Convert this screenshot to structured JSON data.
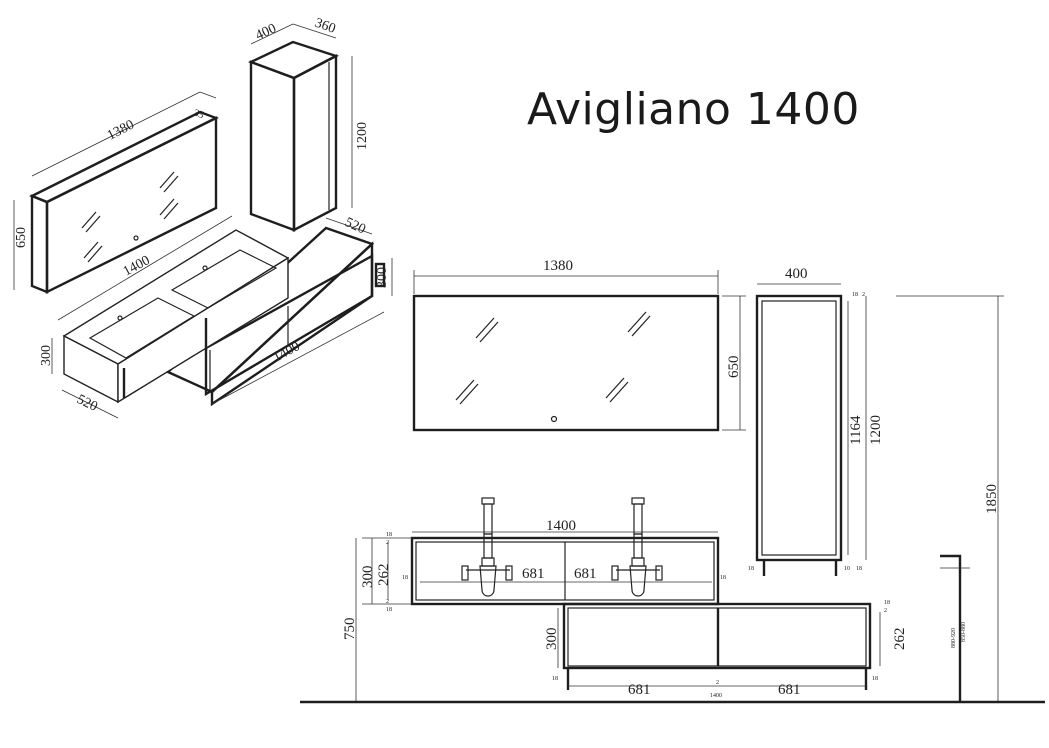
{
  "title": "Avigliano 1400",
  "colors": {
    "line": "#222222",
    "background": "#ffffff"
  },
  "iso": {
    "mirror": {
      "w": "1380",
      "h": "650",
      "d": "35"
    },
    "tall": {
      "w": "400",
      "d": "360",
      "h": "1200"
    },
    "vanity_left": {
      "w": "1400",
      "h": "300",
      "d": "520"
    },
    "vanity_right": {
      "w": "1400",
      "h": "300",
      "d": "520"
    }
  },
  "front": {
    "mirror": {
      "w": "1380",
      "h": "650"
    },
    "tall": {
      "w": "400",
      "h_inner": "1164",
      "h": "1200",
      "small_a": "18",
      "small_b": "2",
      "foot_a": "18",
      "foot_b": "10",
      "foot_c": "18"
    },
    "overall_height": "1850",
    "upper": {
      "w": "1400",
      "half_l": "681",
      "half_r": "681",
      "h": "300",
      "h_inner": "262",
      "t_top": "18",
      "t_top2": "2",
      "side_l": "18",
      "side_r": "18",
      "bot_a": "2",
      "bot_b": "18"
    },
    "lower": {
      "h": "300",
      "h_inner": "262",
      "half_l": "681",
      "half_r": "681",
      "total": "1400",
      "mid": "2",
      "end_l": "18",
      "end_r": "18",
      "top_a": "18",
      "top_b": "2"
    },
    "height_750": "750",
    "floor_note_a": "880-920",
    "floor_note_b": "850-880"
  }
}
